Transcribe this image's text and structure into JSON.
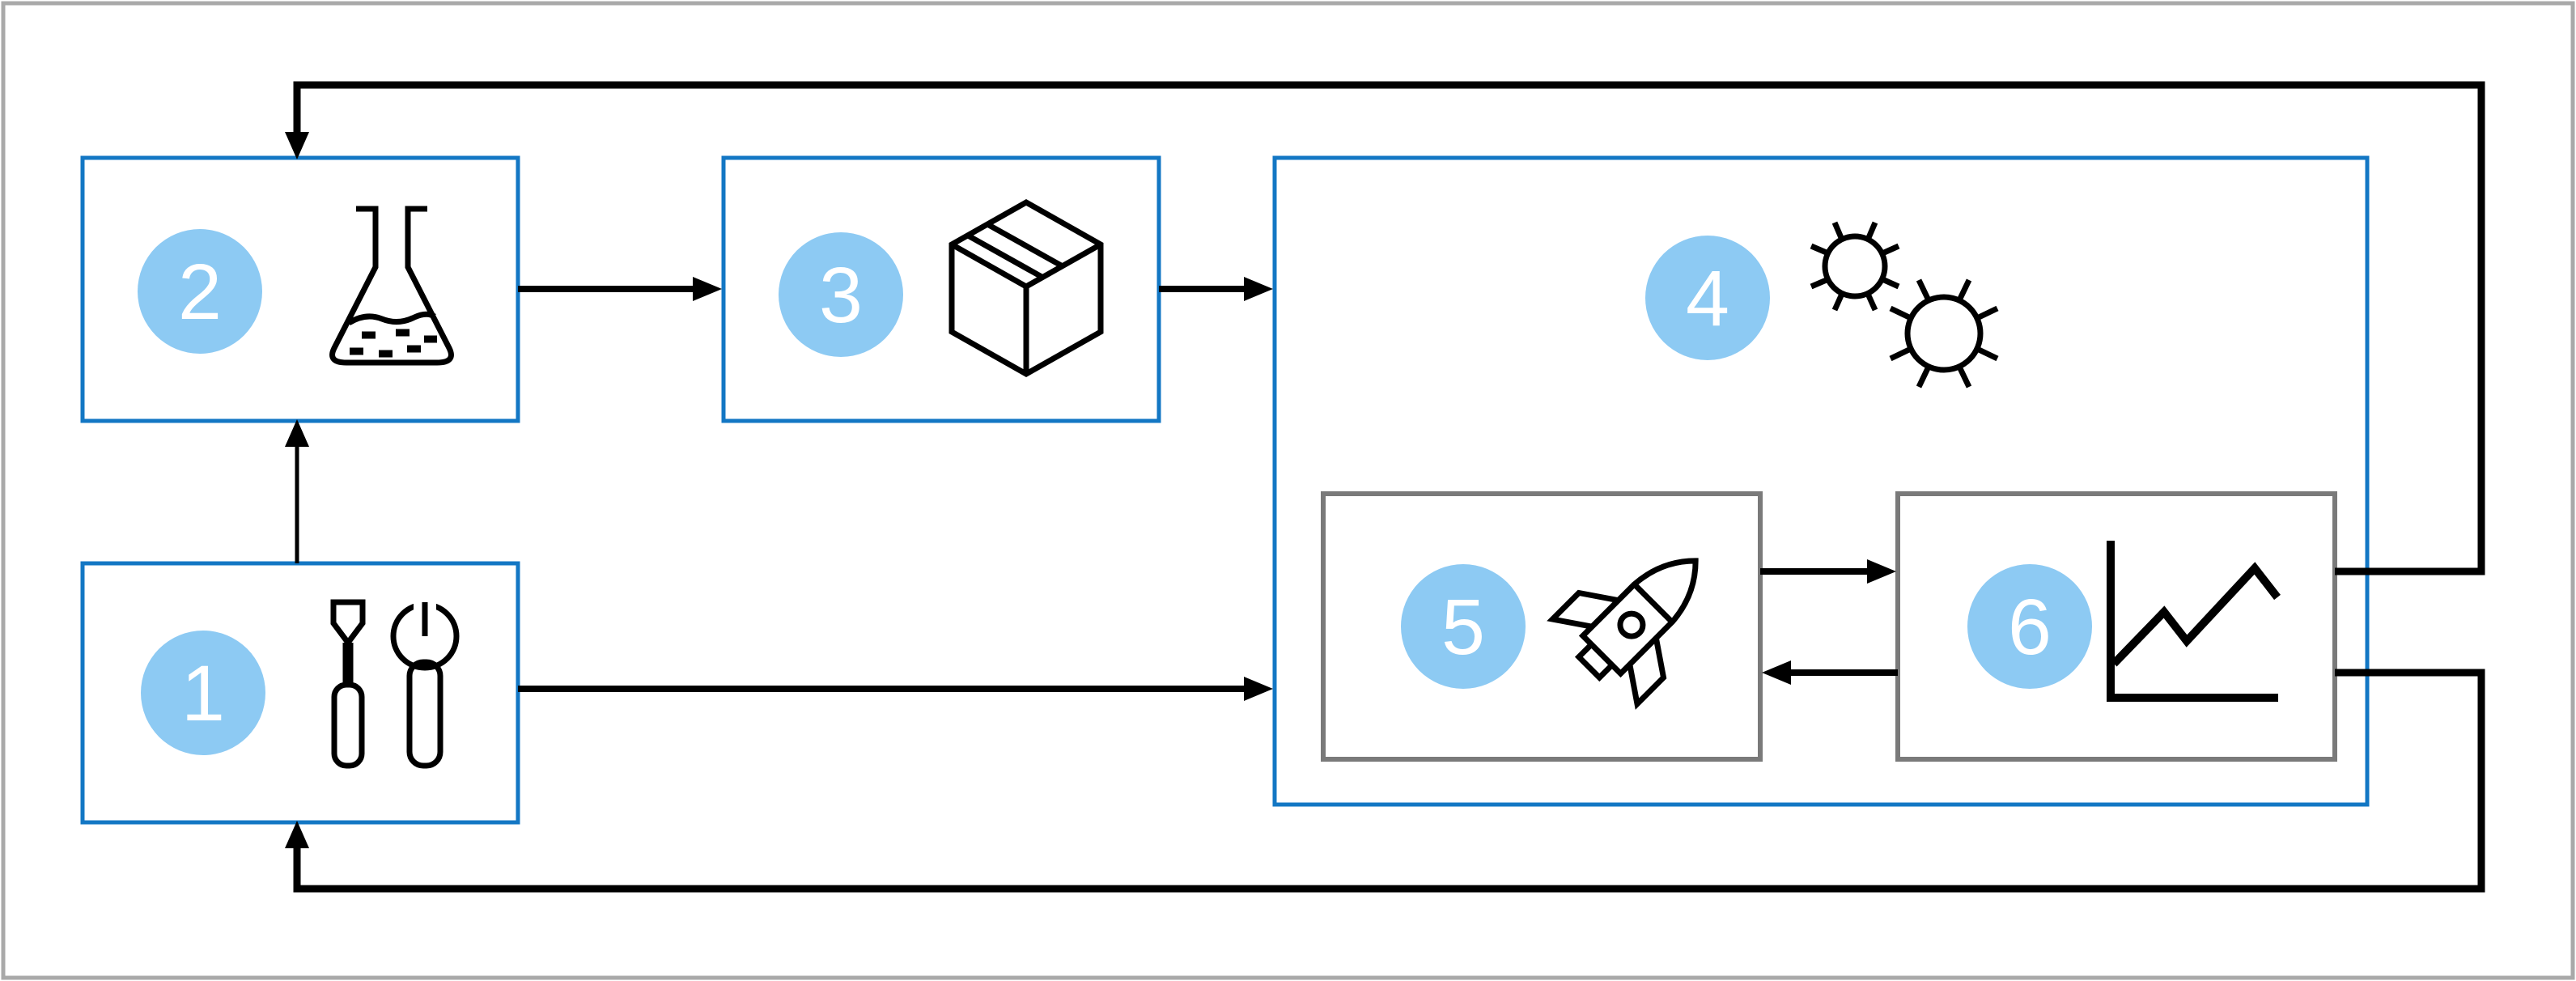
{
  "diagram": {
    "kind": "numbered-flowchart",
    "background": "#ffffff",
    "frame_color": "#a9a9a9",
    "colors": {
      "primary_blue_border": "#1377c4",
      "badge_fill": "#8dcaf3",
      "badge_text": "#ffffff",
      "inner_box_gray_border": "#7a7a7a",
      "arrow_black": "#000000"
    },
    "nodes": [
      {
        "id": "1",
        "label": "1",
        "icon": "tools-icon",
        "border": "blue",
        "container": null
      },
      {
        "id": "2",
        "label": "2",
        "icon": "flask-icon",
        "border": "blue",
        "container": null
      },
      {
        "id": "3",
        "label": "3",
        "icon": "package-icon",
        "border": "blue",
        "container": null
      },
      {
        "id": "4",
        "label": "4",
        "icon": "microbes-icon",
        "border": "blue",
        "container": null
      },
      {
        "id": "5",
        "label": "5",
        "icon": "rocket-icon",
        "border": "gray",
        "container": "4"
      },
      {
        "id": "6",
        "label": "6",
        "icon": "chart-icon",
        "border": "gray",
        "container": "4"
      }
    ],
    "edges": [
      {
        "from": "1",
        "to": "2",
        "style": "arrow"
      },
      {
        "from": "2",
        "to": "3",
        "style": "arrow"
      },
      {
        "from": "3",
        "to": "4",
        "style": "arrow"
      },
      {
        "from": "1",
        "to": "4",
        "style": "arrow"
      },
      {
        "from": "5",
        "to": "6",
        "style": "arrow"
      },
      {
        "from": "6",
        "to": "5",
        "style": "arrow"
      },
      {
        "from": "6",
        "to": "2",
        "style": "feedback-loop-top"
      },
      {
        "from": "6",
        "to": "1",
        "style": "feedback-loop-bottom"
      }
    ]
  }
}
